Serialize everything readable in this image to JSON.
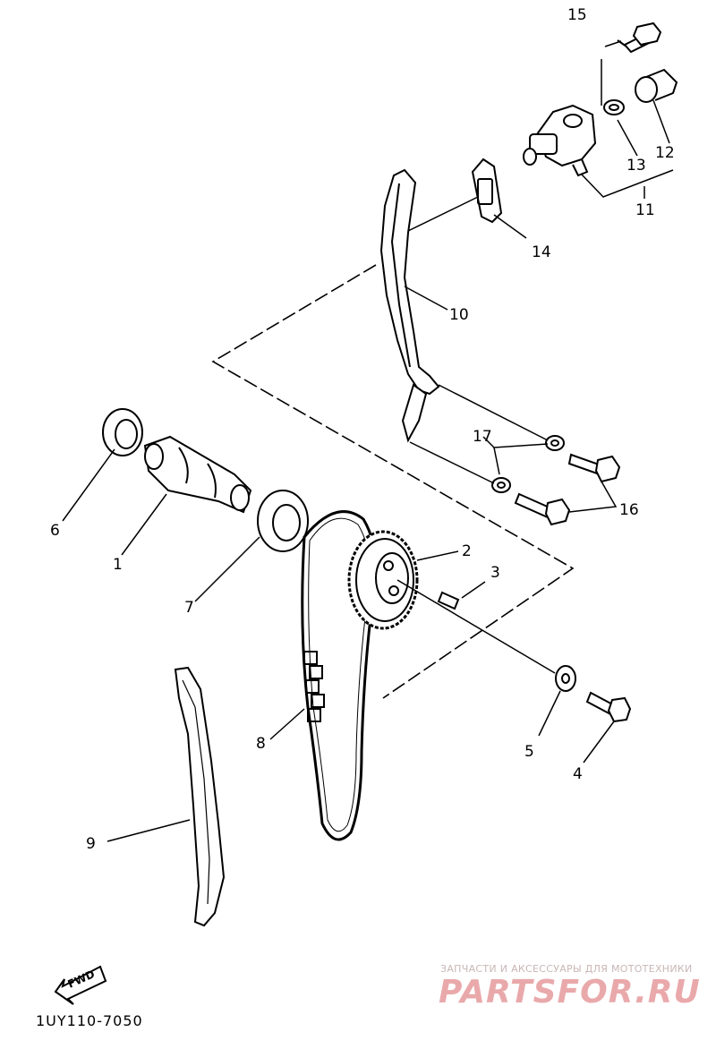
{
  "callouts": [
    {
      "id": "15",
      "text": "15"
    },
    {
      "id": "12",
      "text": "12"
    },
    {
      "id": "13",
      "text": "13"
    },
    {
      "id": "11",
      "text": "11"
    },
    {
      "id": "14",
      "text": "14"
    },
    {
      "id": "10",
      "text": "10"
    },
    {
      "id": "17",
      "text": "17"
    },
    {
      "id": "16",
      "text": "16"
    },
    {
      "id": "6",
      "text": "6"
    },
    {
      "id": "1",
      "text": "1"
    },
    {
      "id": "7",
      "text": "7"
    },
    {
      "id": "2",
      "text": "2"
    },
    {
      "id": "3",
      "text": "3"
    },
    {
      "id": "5",
      "text": "5"
    },
    {
      "id": "4",
      "text": "4"
    },
    {
      "id": "8",
      "text": "8"
    },
    {
      "id": "9",
      "text": "9"
    }
  ],
  "fwd_label": "FWD",
  "diagram_code": "1UY110-7050",
  "watermark": {
    "tagline": "ЗАПЧАСТИ И АКСЕССУАРЫ ДЛЯ МОТОТЕХНИКИ",
    "brand": "PARTSFOR.RU"
  }
}
